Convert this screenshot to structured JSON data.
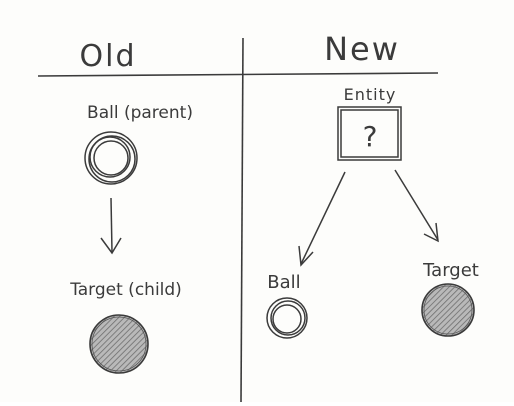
{
  "headings": {
    "old": "Old",
    "new": "New"
  },
  "old_column": {
    "parent_label": "Ball (parent)",
    "child_label": "Target (child)"
  },
  "new_column": {
    "entity_label": "Entity",
    "entity_box_symbol": "?",
    "ball_label": "Ball",
    "target_label": "Target"
  },
  "colors": {
    "pencil": "#3b3b3b",
    "shade": "#8a8a8a",
    "paper": "#fdfdfb"
  }
}
